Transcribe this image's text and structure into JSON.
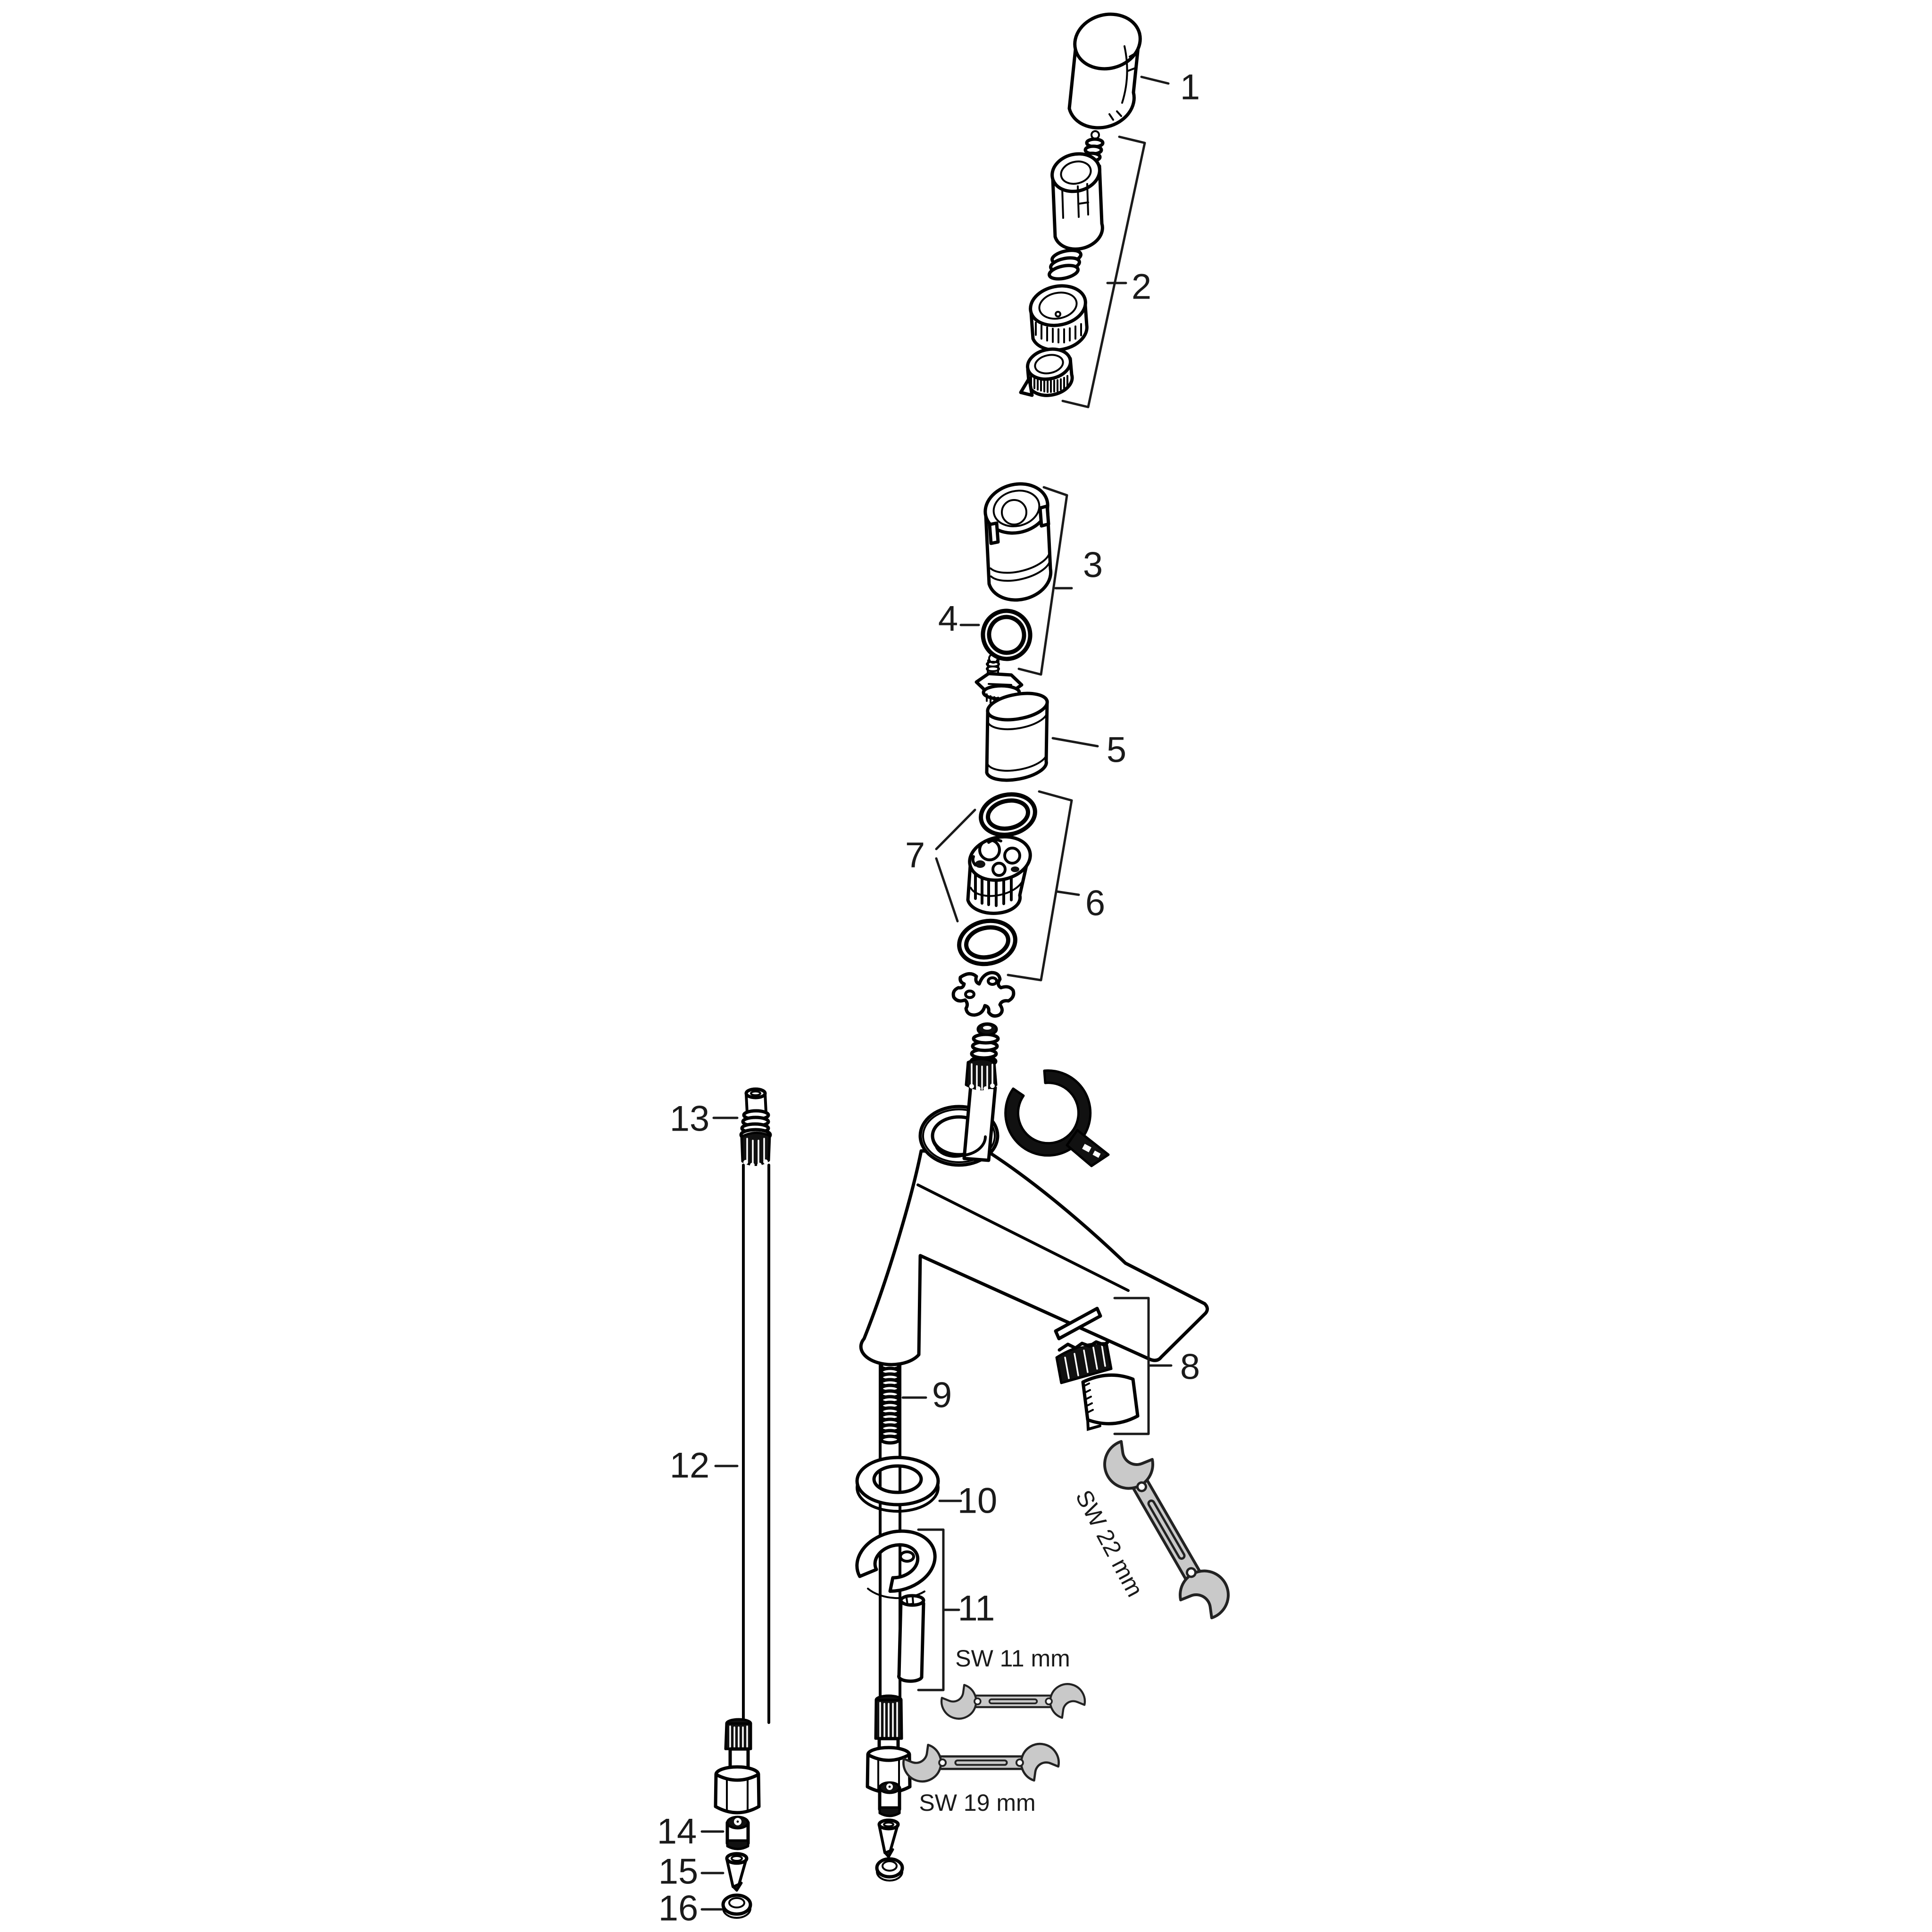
{
  "colors": {
    "background": "#ffffff",
    "ink": "#000000",
    "label": "#1a1a1a",
    "wrench_fill": "#c9c9c9",
    "wrench_stroke": "#222222"
  },
  "diagram": {
    "type": "exploded-parts-diagram",
    "subject": "single-lever basin mixer faucet",
    "callouts": [
      {
        "id": "1"
      },
      {
        "id": "2"
      },
      {
        "id": "3"
      },
      {
        "id": "4"
      },
      {
        "id": "5"
      },
      {
        "id": "6"
      },
      {
        "id": "7"
      },
      {
        "id": "8"
      },
      {
        "id": "9"
      },
      {
        "id": "10"
      },
      {
        "id": "11"
      },
      {
        "id": "12"
      },
      {
        "id": "13"
      },
      {
        "id": "14"
      },
      {
        "id": "15"
      },
      {
        "id": "16"
      }
    ],
    "tools": [
      {
        "label": "SW 22 mm"
      },
      {
        "label": "SW 11 mm"
      },
      {
        "label": "SW 19 mm"
      }
    ]
  }
}
